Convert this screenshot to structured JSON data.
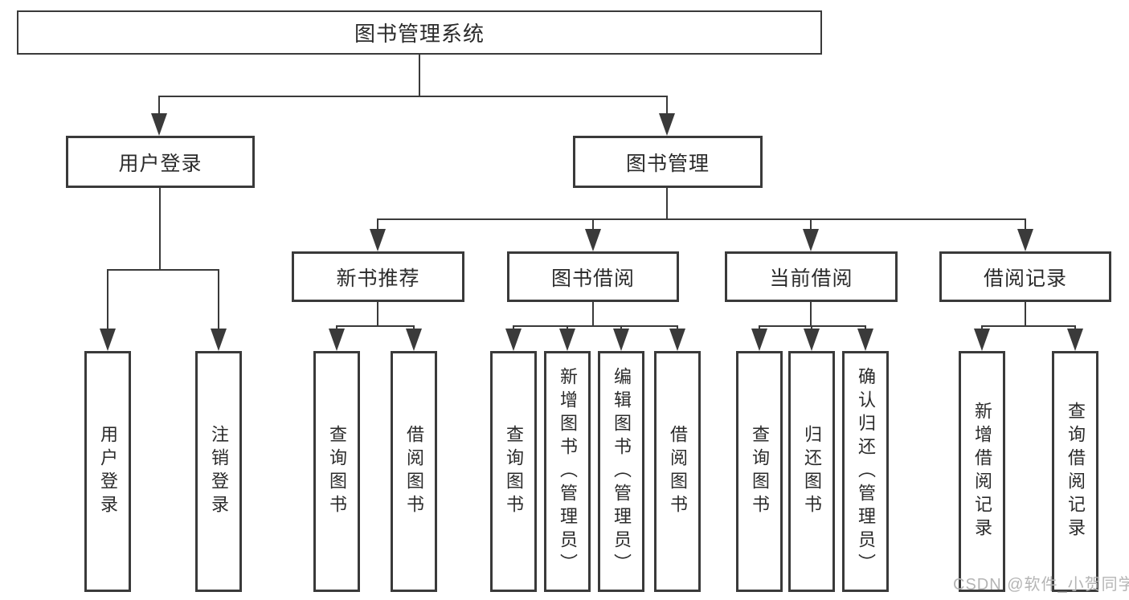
{
  "diagram": {
    "root": {
      "label": "图书管理系统"
    },
    "user_login": {
      "label": "用户登录",
      "children": [
        {
          "label": "用户登录"
        },
        {
          "label": "注销登录"
        }
      ]
    },
    "book_mgmt": {
      "label": "图书管理",
      "sections": [
        {
          "label": "新书推荐",
          "children": [
            {
              "label": "查询图书"
            },
            {
              "label": "借阅图书"
            }
          ]
        },
        {
          "label": "图书借阅",
          "children": [
            {
              "label": "查询图书"
            },
            {
              "label": "新增图书（管理员）"
            },
            {
              "label": "编辑图书（管理员）"
            },
            {
              "label": "借阅图书"
            }
          ]
        },
        {
          "label": "当前借阅",
          "children": [
            {
              "label": "查询图书"
            },
            {
              "label": "归还图书"
            },
            {
              "label": "确认归还（管理员）"
            }
          ]
        },
        {
          "label": "借阅记录",
          "children": [
            {
              "label": "新增借阅记录"
            },
            {
              "label": "查询借阅记录"
            }
          ]
        }
      ]
    },
    "watermark": "CSDN @软件_小贺同学",
    "colors": {
      "line": "#3a3a3a",
      "text": "#2b2b2b",
      "background": "#ffffff",
      "watermark": "#b5b5b5"
    }
  }
}
